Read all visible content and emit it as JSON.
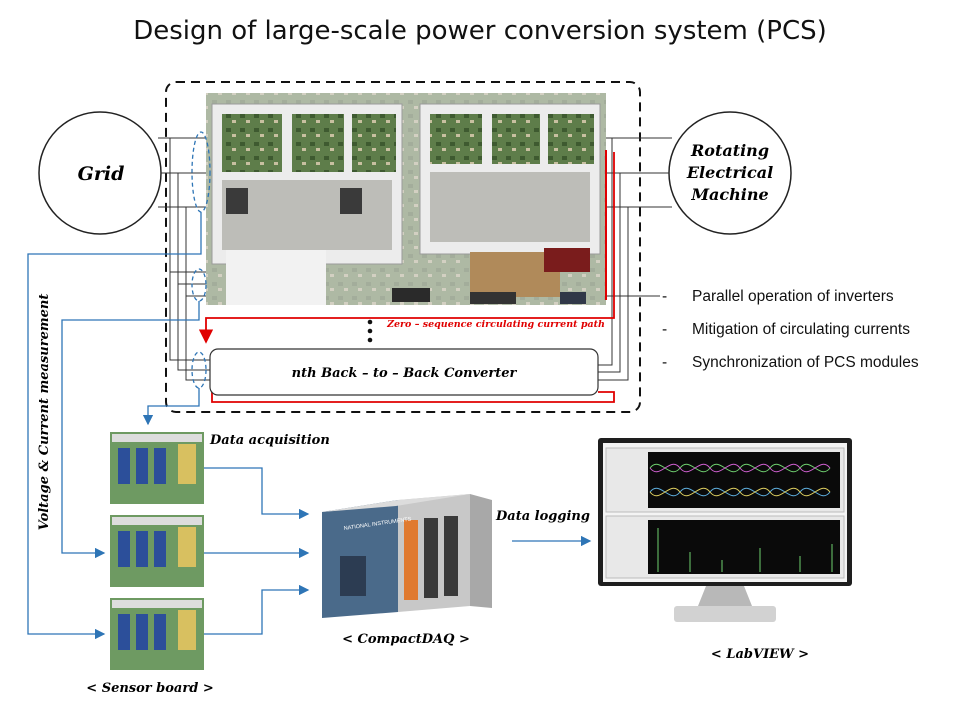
{
  "title": "Design of large-scale power conversion system (PCS)",
  "grid_label": "Grid",
  "machine_label": [
    "Rotating",
    "Electrical",
    "Machine"
  ],
  "nth_converter_label": "nth  Back – to – Back  Converter",
  "circulating_path_label": "Zero – sequence  circulating  current  path",
  "measurement_label": "Voltage & Current measurement",
  "data_acquisition_label": "Data  acquisition",
  "data_logging_label": "Data  logging",
  "sensor_board_caption": "<  Sensor  board  >",
  "compactdaq_caption": "<  CompactDAQ  >",
  "labview_caption": "<  LabVIEW  >",
  "daq_brand_label": "NATIONAL INSTRUMENTS",
  "bullets": [
    "Parallel operation of inverters",
    "Mitigation of circulating currents",
    "Synchronization of PCS modules"
  ],
  "colors": {
    "measurement_wire": "#2e75b6",
    "circulating_path": "#e00000",
    "wire": "#333333"
  }
}
